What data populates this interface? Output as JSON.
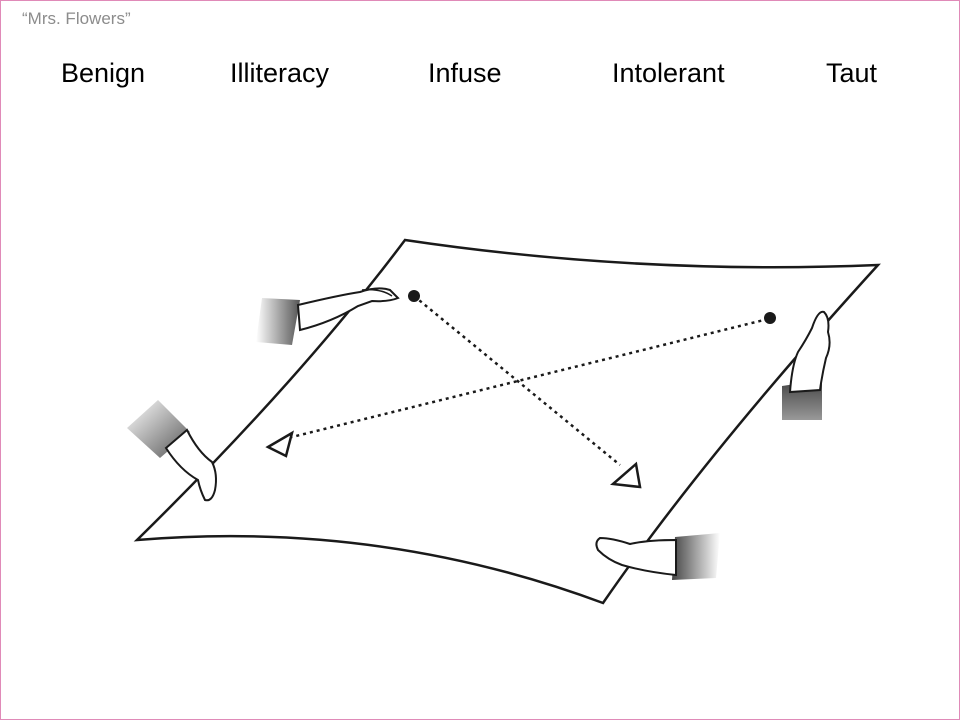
{
  "header": {
    "title": "“Mrs. Flowers”"
  },
  "vocabulary": {
    "words": [
      "Benign",
      "Illiteracy",
      "Infuse",
      "Intolerant",
      "Taut"
    ]
  },
  "illustration": {
    "subject": "sheet-held-taut-by-four-hands",
    "stroke_color": "#1a1a1a",
    "sleeve_color": "#555555"
  }
}
